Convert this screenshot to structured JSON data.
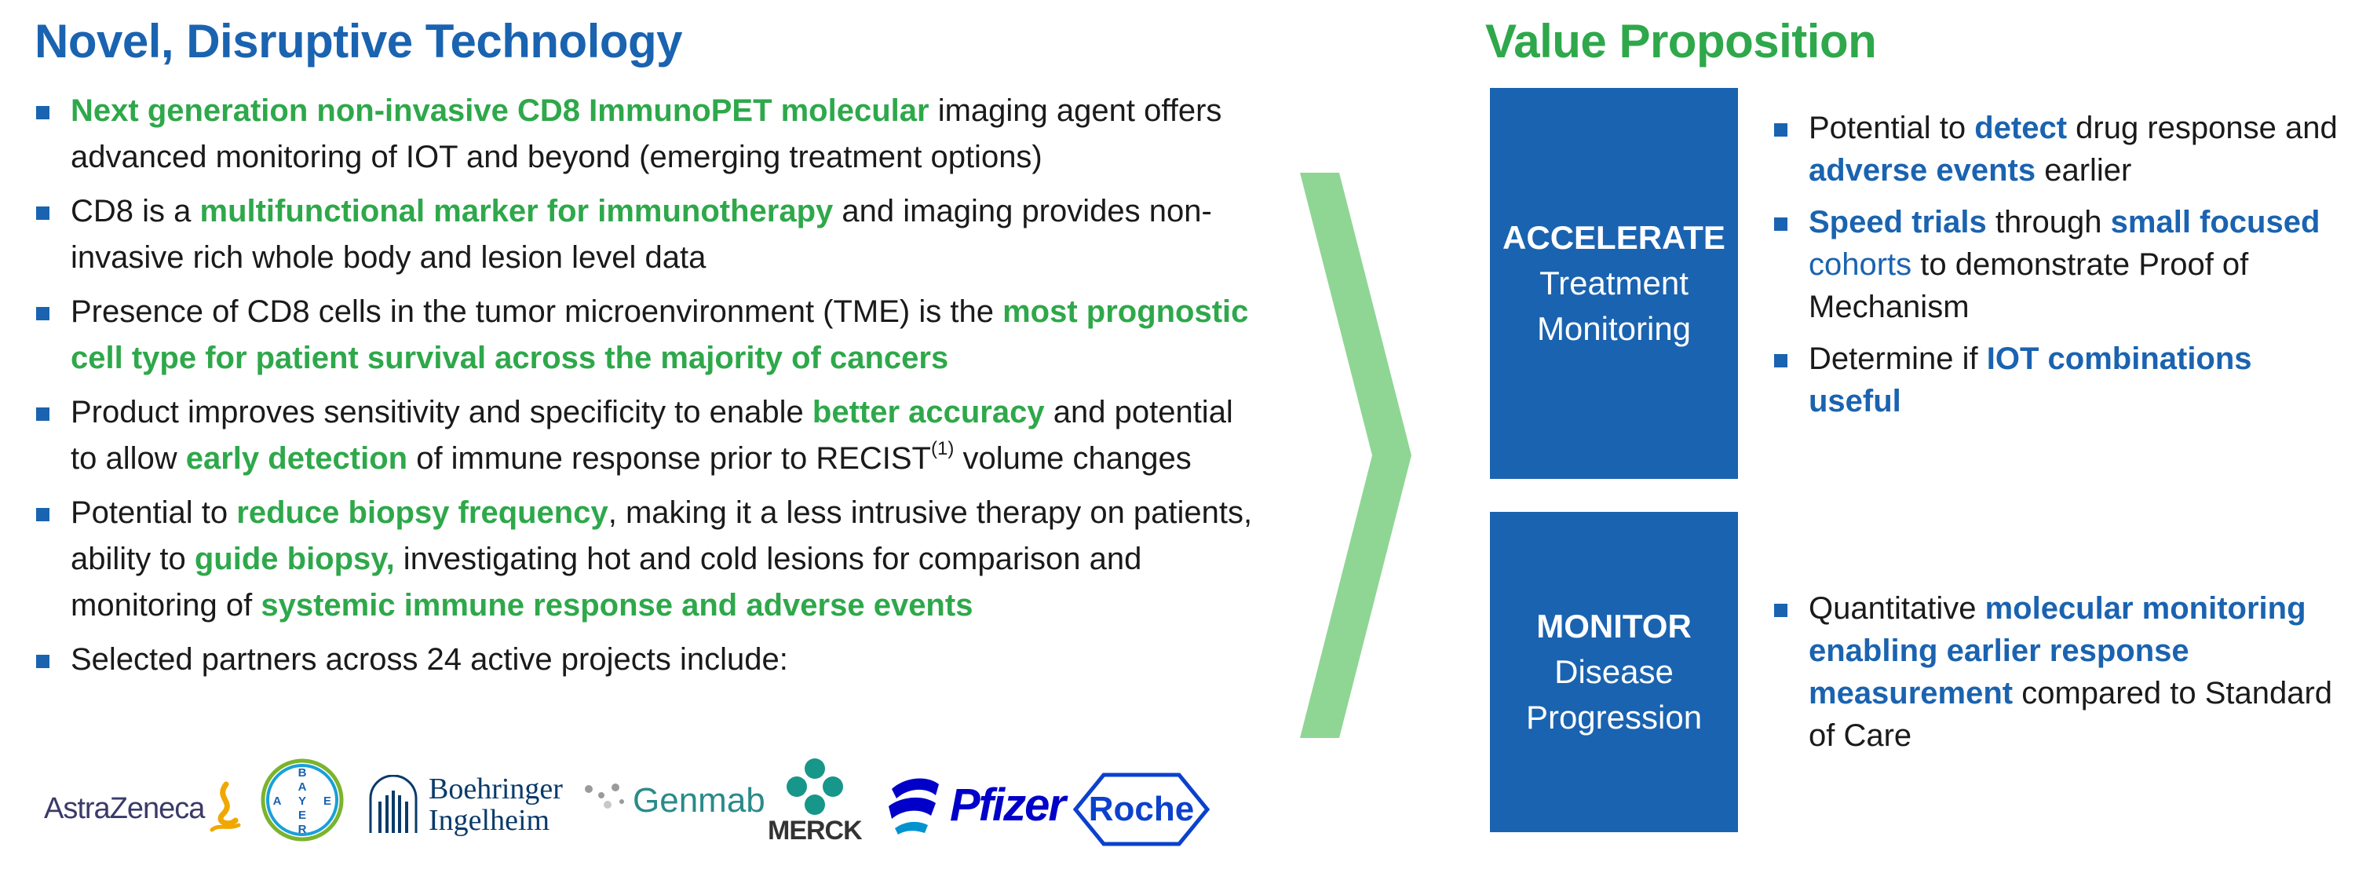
{
  "left": {
    "title": "Novel, Disruptive Technology",
    "bullets": [
      [
        {
          "t": "Next generation non-invasive CD8 ImmunoPET molecular",
          "s": "g"
        },
        {
          "t": " imaging agent offers advanced monitoring of IOT and beyond (emerging treatment options)",
          "s": ""
        }
      ],
      [
        {
          "t": "CD8 is a ",
          "s": ""
        },
        {
          "t": "multifunctional marker for immunotherapy",
          "s": "g"
        },
        {
          "t": " and imaging provides non-invasive rich whole body and lesion level data",
          "s": ""
        }
      ],
      [
        {
          "t": "Presence of CD8 cells in the tumor microenvironment (TME) is the ",
          "s": ""
        },
        {
          "t": "most prognostic cell type for patient survival across the majority of cancers",
          "s": "g"
        }
      ],
      [
        {
          "t": "Product improves sensitivity and specificity to enable ",
          "s": ""
        },
        {
          "t": "better accuracy",
          "s": "g"
        },
        {
          "t": " and potential to allow ",
          "s": ""
        },
        {
          "t": "early detection",
          "s": "g"
        },
        {
          "t": " of immune response prior to RECIST",
          "s": ""
        },
        {
          "t": "(1)",
          "s": "sup"
        },
        {
          "t": " volume changes",
          "s": ""
        }
      ],
      [
        {
          "t": "Potential to ",
          "s": ""
        },
        {
          "t": "reduce biopsy frequency",
          "s": "g"
        },
        {
          "t": ", making it a less intrusive therapy on patients, ability to ",
          "s": ""
        },
        {
          "t": "guide biopsy,",
          "s": "g"
        },
        {
          "t": " investigating hot and cold lesions for comparison and monitoring of ",
          "s": ""
        },
        {
          "t": "systemic immune response and adverse events",
          "s": "g"
        }
      ],
      [
        {
          "t": "Selected partners across 24 active projects include:",
          "s": ""
        }
      ]
    ],
    "logos": {
      "astrazeneca": "AstraZeneca",
      "bayer_letters": [
        "B",
        "A",
        "Y",
        "E",
        "R"
      ],
      "boehringer_line1": "Boehringer",
      "boehringer_line2": "Ingelheim",
      "genmab": "Genmab",
      "merck": "MERCK",
      "pfizer": "Pfizer",
      "roche": "Roche"
    }
  },
  "right": {
    "title": "Value Proposition",
    "boxes": [
      {
        "head": "ACCELERATE",
        "line1": "Treatment",
        "line2": "Monitoring"
      },
      {
        "head": "MONITOR",
        "line1": "Disease",
        "line2": "Progression"
      }
    ],
    "accelerate_bullets": [
      [
        {
          "t": "Potential to ",
          "s": ""
        },
        {
          "t": "detect",
          "s": "b"
        },
        {
          "t": " drug response and ",
          "s": ""
        },
        {
          "t": "adverse events",
          "s": "b"
        },
        {
          "t": " earlier",
          "s": ""
        }
      ],
      [
        {
          "t": "Speed trials",
          "s": "b"
        },
        {
          "t": " through ",
          "s": ""
        },
        {
          "t": "small focused",
          "s": "b"
        },
        {
          "t": " cohorts",
          "s": "bn"
        },
        {
          "t": " to demonstrate Proof of Mechanism",
          "s": ""
        }
      ],
      [
        {
          "t": "Determine if ",
          "s": ""
        },
        {
          "t": "IOT combinations useful",
          "s": "b"
        }
      ]
    ],
    "monitor_bullets": [
      [
        {
          "t": "Quantitative ",
          "s": ""
        },
        {
          "t": "molecular monitoring enabling earlier response measurement",
          "s": "b"
        },
        {
          "t": " compared to Standard of Care",
          "s": ""
        }
      ]
    ]
  },
  "colors": {
    "brand_blue": "#1a63b0",
    "brand_green": "#2ea84a",
    "chevron_green": "#8fd694"
  }
}
